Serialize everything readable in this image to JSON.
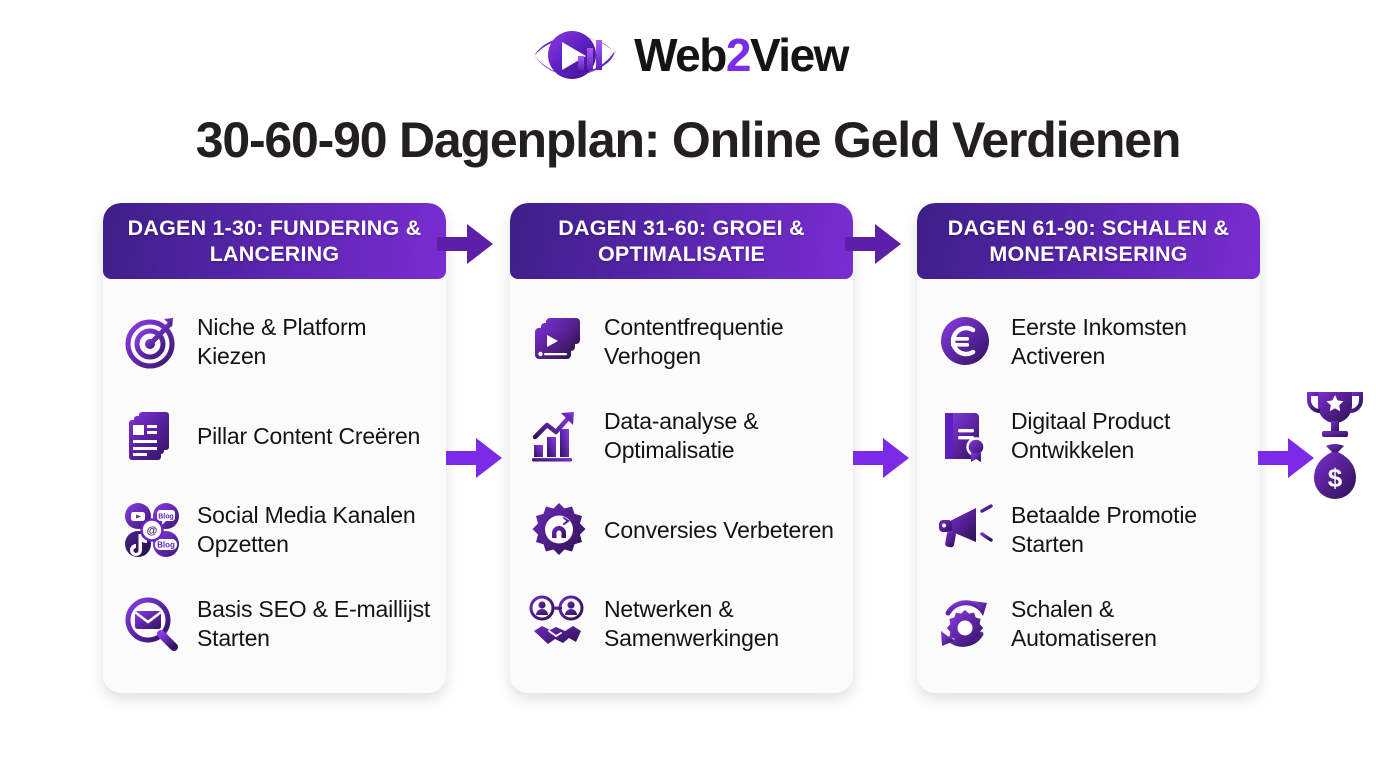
{
  "brand": {
    "name_part1": "Web",
    "name_accent": "2",
    "name_part2": "View",
    "logo_icon": "eye-play-chart-logo",
    "accent_color": "#7B2CE8",
    "dark_color": "#141414"
  },
  "header": {
    "title": "30-60-90 Dagenplan: Online Geld Verdienen"
  },
  "theme": {
    "header_gradient_start": "#3D1F87",
    "header_gradient_end": "#7A2DD2",
    "arrow_top_color": "#5B1FA8",
    "arrow_mid_color": "#7B2BE8",
    "card_background": "#FBFBFB",
    "page_background": "#FFFFFF",
    "text_color": "#141414"
  },
  "columns": [
    {
      "id": "phase-1",
      "header": "DAGEN 1-30: FUNDERING & LANCERING",
      "items": [
        {
          "icon": "target-arrow-icon",
          "label": "Niche & Platform Kiezen"
        },
        {
          "icon": "documents-stack-icon",
          "label": "Pillar Content Creëren"
        },
        {
          "icon": "social-media-cluster-icon",
          "label": "Social Media Kanalen Opzetten"
        },
        {
          "icon": "envelope-magnifier-icon",
          "label": "Basis SEO & E-maillijst Starten"
        }
      ]
    },
    {
      "id": "phase-2",
      "header": "DAGEN 31-60: GROEI & OPTIMALISATIE",
      "items": [
        {
          "icon": "video-stack-icon",
          "label": "Contentfrequentie Verhogen"
        },
        {
          "icon": "bar-chart-growth-icon",
          "label": "Data-analyse & Optimalisatie"
        },
        {
          "icon": "gear-magnet-icon",
          "label": "Conversies Verbeteren"
        },
        {
          "icon": "handshake-network-icon",
          "label": "Netwerken & Samenwerkingen"
        }
      ]
    },
    {
      "id": "phase-3",
      "header": "DAGEN 61-90: SCHALEN & MONETARISERING",
      "items": [
        {
          "icon": "euro-coin-icon",
          "label": "Eerste Inkomsten Activeren"
        },
        {
          "icon": "book-badge-icon",
          "label": "Digitaal Product Ontwikkelen"
        },
        {
          "icon": "megaphone-icon",
          "label": "Betaalde Promotie Starten"
        },
        {
          "icon": "gear-scaling-arrows-icon",
          "label": "Schalen & Automatiseren"
        }
      ]
    }
  ],
  "social_icon_labels": {
    "blog_bubble": "Blog",
    "blog_pill": "Blog",
    "at_symbol": "@",
    "youtube": "play",
    "tiktok": "note"
  },
  "goal": {
    "trophy_icon": "trophy-icon",
    "money_bag_icon": "money-bag-icon",
    "money_symbol": "$"
  },
  "arrows": [
    {
      "name": "arrow-phase1-to-phase2-top"
    },
    {
      "name": "arrow-phase2-to-phase3-top"
    },
    {
      "name": "arrow-phase1-to-phase2-mid"
    },
    {
      "name": "arrow-phase2-to-phase3-mid"
    },
    {
      "name": "arrow-phase3-to-goal"
    }
  ]
}
